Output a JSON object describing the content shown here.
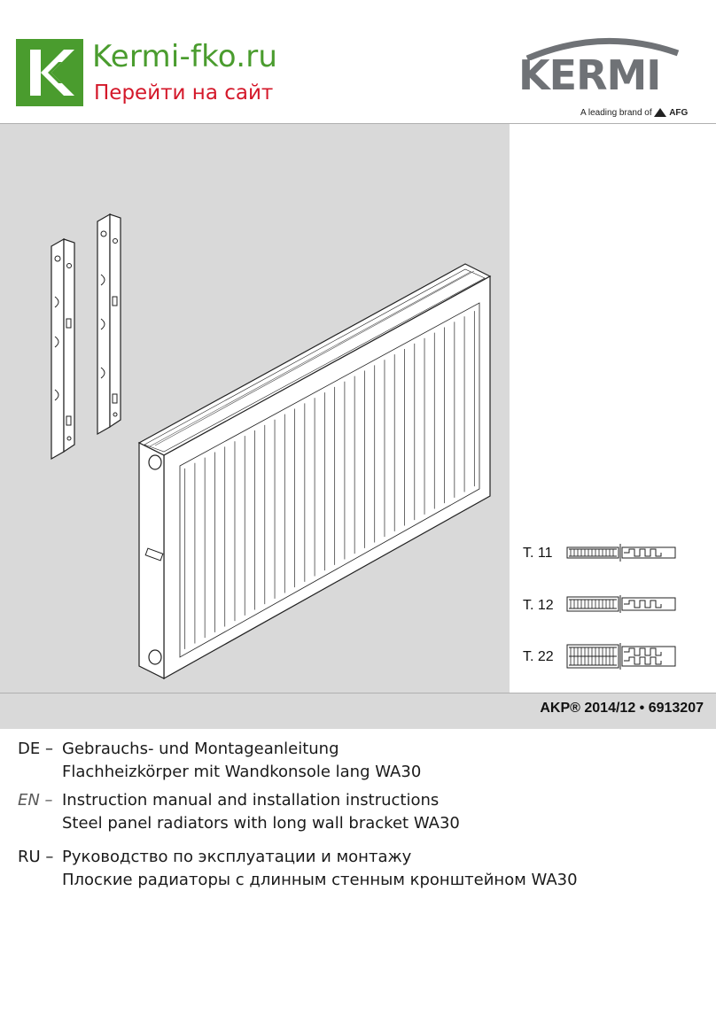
{
  "site": {
    "title": "Kermi-fko.ru",
    "link": "Перейти на сайт",
    "logo_color": "#4a9c2e",
    "link_color": "#d4182a"
  },
  "brand": {
    "name": "KERMI",
    "tagline": "A leading brand of",
    "parent": "AFG",
    "color": "#6f7276"
  },
  "illustration": {
    "items": [
      "wall-bracket-pair",
      "panel-radiator"
    ]
  },
  "types": [
    {
      "label": "T. 11"
    },
    {
      "label": "T. 12"
    },
    {
      "label": "T. 22"
    }
  ],
  "doc_code": "AKP® 2014/12 • 6913207",
  "languages": [
    {
      "code": "DE –",
      "line1": "Gebrauchs- und Montageanleitung",
      "line2": "Flachheizkörper mit Wandkonsole lang WA30"
    },
    {
      "code": "EN –",
      "line1": "Instruction manual and installation instructions",
      "line2": "Steel panel radiators with long wall bracket WA30"
    },
    {
      "code": "RU –",
      "line1": "Руководство по эксплуатации и монтажу",
      "line2": "Плоские радиаторы с длинным стенным кронштейном WA30"
    }
  ]
}
